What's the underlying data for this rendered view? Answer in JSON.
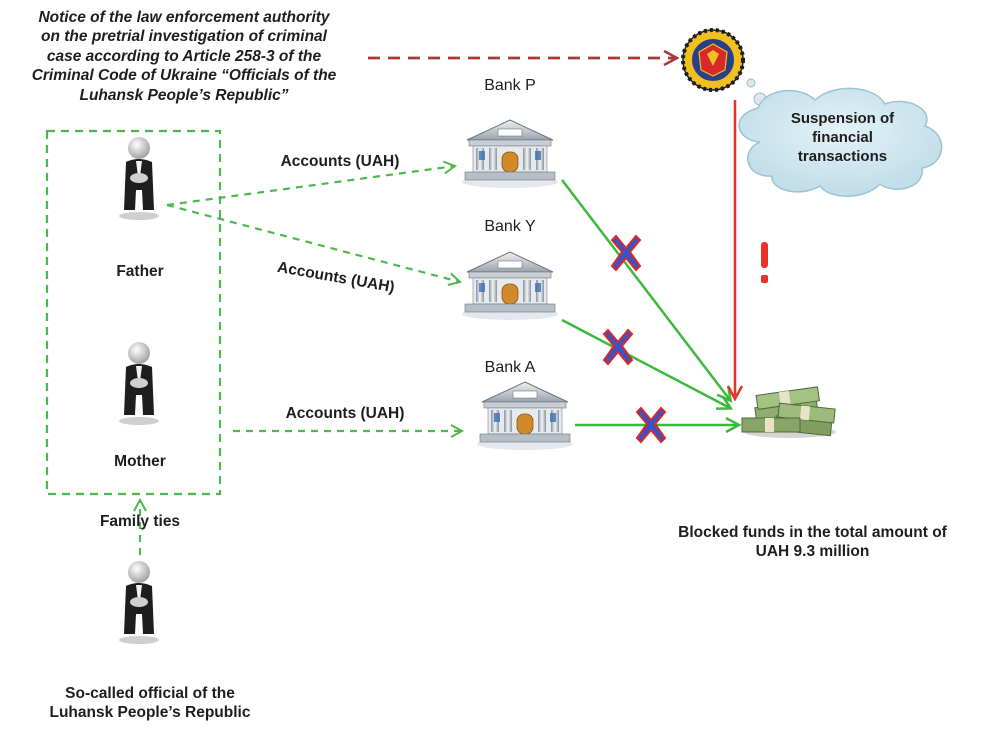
{
  "notice": {
    "line1": "Notice of the law enforcement authority",
    "line2": "on the pretrial investigation of criminal",
    "line3": "case according to Article 258-3 of the",
    "line4": "Criminal Code of Ukraine “Officials of the",
    "line5": "Luhansk People’s Republic”"
  },
  "banks": [
    {
      "label": "Bank P"
    },
    {
      "label": "Bank Y"
    },
    {
      "label": "Bank A"
    }
  ],
  "accounts": {
    "top": "Accounts (UAH)",
    "middle": "Accounts (UAH)",
    "bottom": "Accounts (UAH)"
  },
  "people": {
    "father": "Father",
    "mother": "Mother",
    "family_ties": "Family ties",
    "official_line1": "So-called official of the",
    "official_line2": "Luhansk People’s Republic"
  },
  "cloud": {
    "line1": "Suspension of",
    "line2": "financial",
    "line3": "transactions"
  },
  "blocked": {
    "line1": "Blocked funds in the total amount of",
    "line2": "UAH 9.3 million"
  },
  "icons": [
    "law-enforcement-seal-icon",
    "bank-building-icon",
    "person-icon",
    "money-stack-icon",
    "exclamation-icon",
    "blocked-x-icon"
  ],
  "colors": {
    "dashed_green": "#4db84d",
    "solid_green": "#3cb83c",
    "dashed_red": "#a83a3a",
    "solid_red": "#e8332b",
    "cross_fill": "#3b52c4",
    "cross_outline": "#d8282a",
    "cloud": "#cfe6ef"
  }
}
